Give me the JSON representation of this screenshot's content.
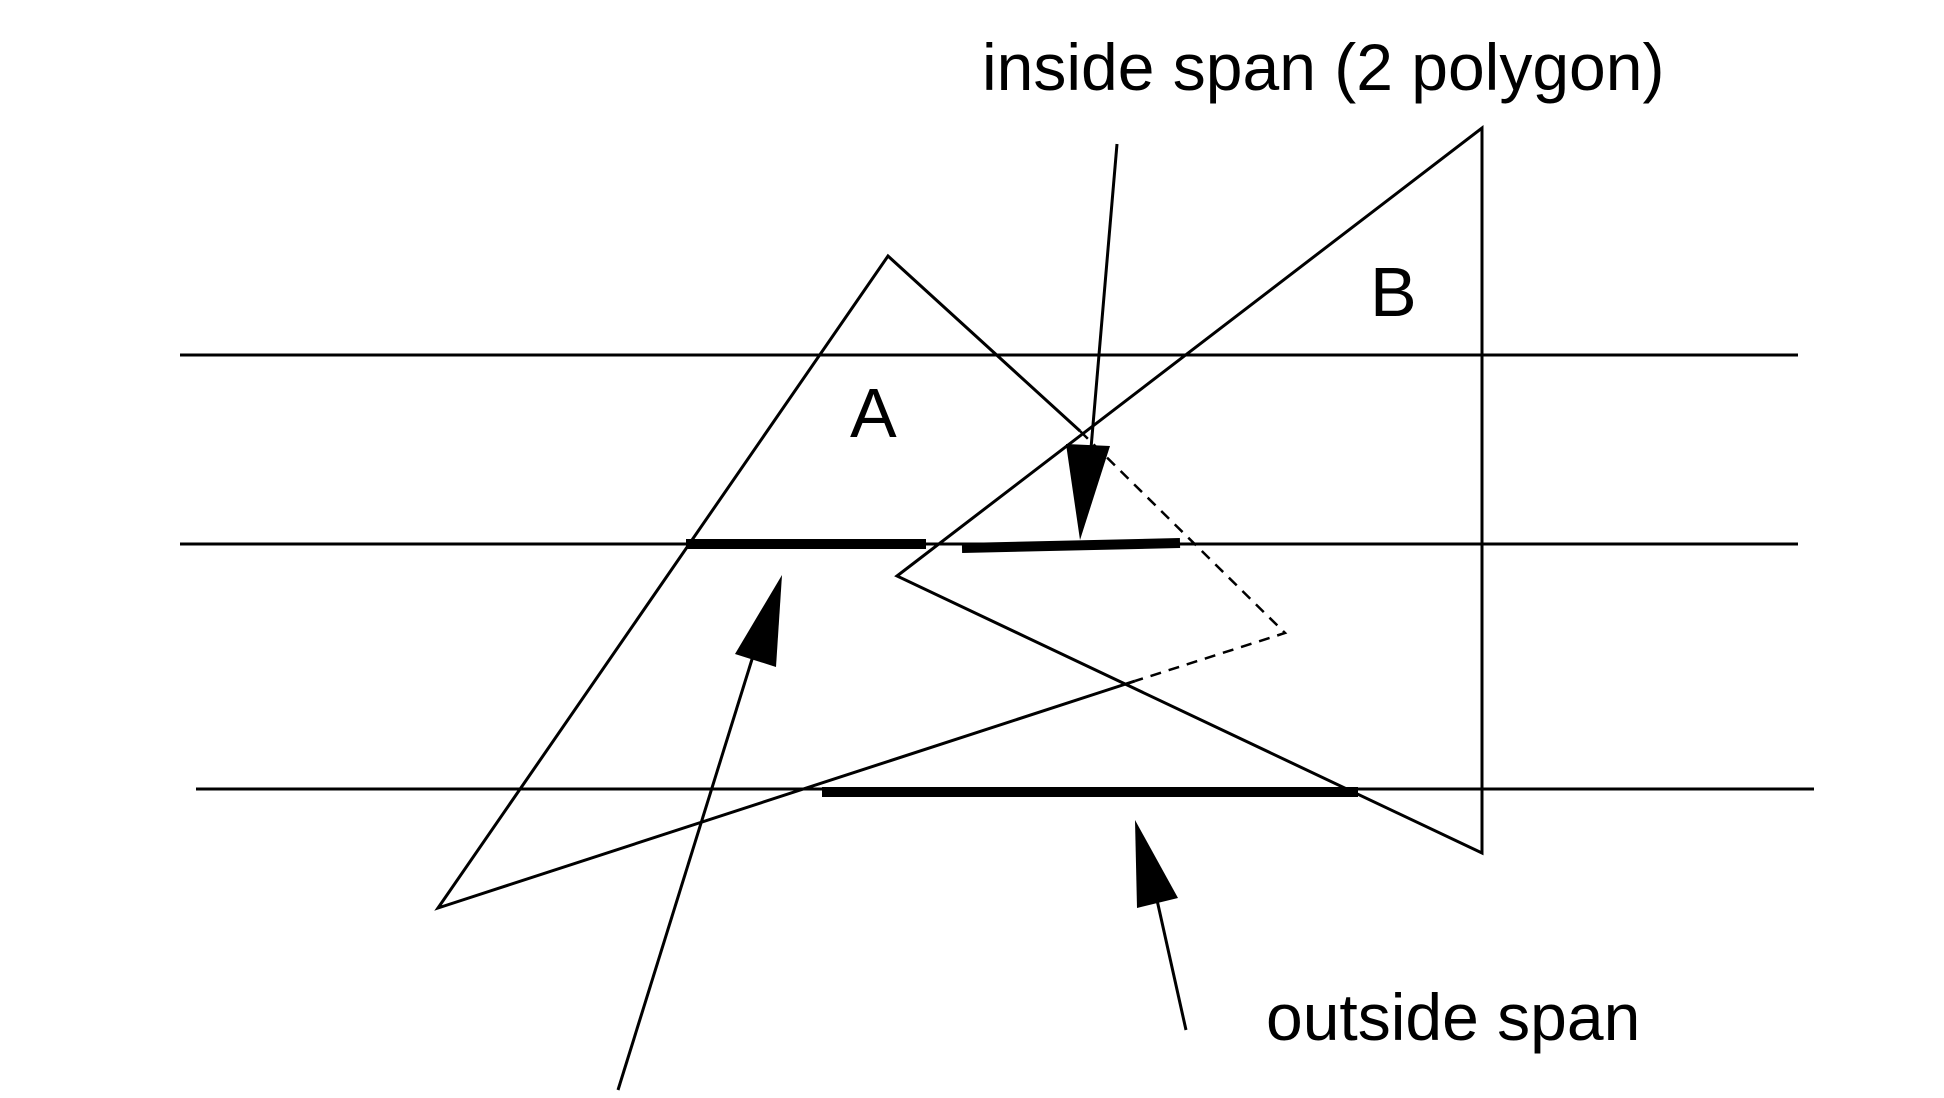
{
  "labels": {
    "polygon_a": "A",
    "polygon_b": "B",
    "inside_span": "inside span (2 polygon)",
    "outside_span": "outside span"
  }
}
